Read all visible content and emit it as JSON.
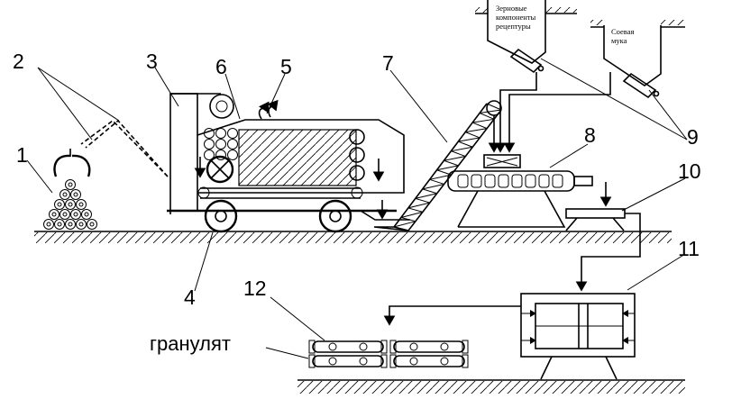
{
  "labels": {
    "n1": "1",
    "n2": "2",
    "n3": "3",
    "n4": "4",
    "n5": "5",
    "n6": "6",
    "n7": "7",
    "n8": "8",
    "n9": "9",
    "n10": "10",
    "n11": "11",
    "n12": "12",
    "granulate": "гранулят"
  },
  "hoppers": {
    "grain_line1": "Зерновые",
    "grain_line2": "компоненты",
    "grain_line3": "рецептуры",
    "soy_line1": "Соевая",
    "soy_line2": "мука"
  }
}
